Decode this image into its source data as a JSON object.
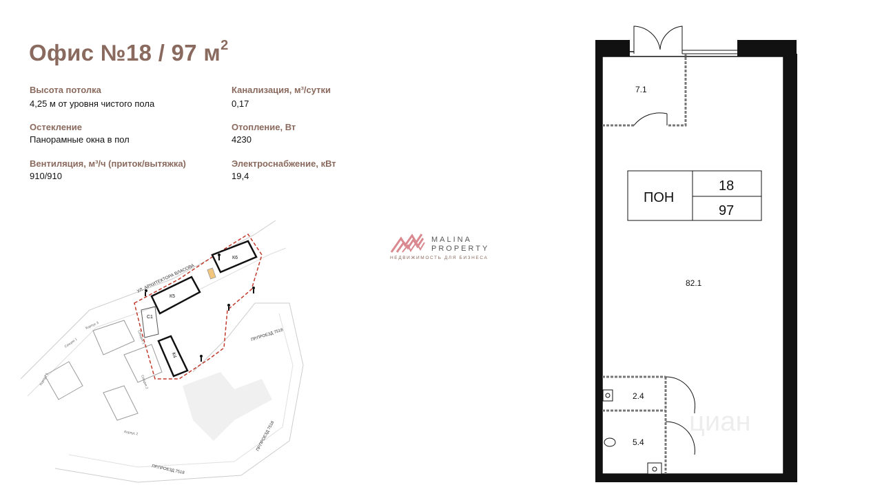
{
  "title": {
    "text": "Офис №18 / 97 м",
    "sup": "2"
  },
  "specs": {
    "ceiling_label": "Высота потолка",
    "ceiling_value": "4,25 м от уровня чистого пола",
    "glazing_label": "Остекление",
    "glazing_value": "Панорамные  окна в пол",
    "ventilation_label": "Вентиляция, м³/ч (приток/вытяжка)",
    "ventilation_value": "910/910",
    "sewage_label": "Канализация, м³/сутки",
    "sewage_value": "0,17",
    "heating_label": "Отопление, Вт",
    "heating_value": "4230",
    "power_label": "Электроснабжение, кВт",
    "power_value": "19,4"
  },
  "logo": {
    "line1": "MALINA",
    "line2": "PROPERTY",
    "subtitle": "НЕДВИЖИМОСТЬ ДЛЯ БИЗНЕСА",
    "icon": "malina-logo-icon",
    "color": "#d9898f"
  },
  "site_plan": {
    "street_top": "УЛ. АРХИТЕКТОРА ВЛАСОВА",
    "street_right": "ПР.ПРОЕЗД 7518",
    "street_right2": "ПР.ПРОЕЗД 7518",
    "street_bottom": "ПР.ПРОЕЗД 7518",
    "building_k6": "К6",
    "building_k5": "К5",
    "building_k4": "К4",
    "building_c1": "С1",
    "korpus_1": "Корпус 1",
    "korpus_2": "Корпус 2",
    "korpus_3": "Корпус 3",
    "sekciya_1": "Секция 1",
    "sekciya_2": "Секция 2",
    "sekciya_3": "Секция 3",
    "boundary_color": "#c0392b",
    "icon": "pedestrian-icon"
  },
  "floor_plan": {
    "vestibule_area": "7.1",
    "main_area": "82.1",
    "room_small_1": "2.4",
    "room_small_2": "5.4",
    "tag_type": "ПОН",
    "tag_number": "18",
    "tag_area": "97",
    "watermark": "циан"
  }
}
